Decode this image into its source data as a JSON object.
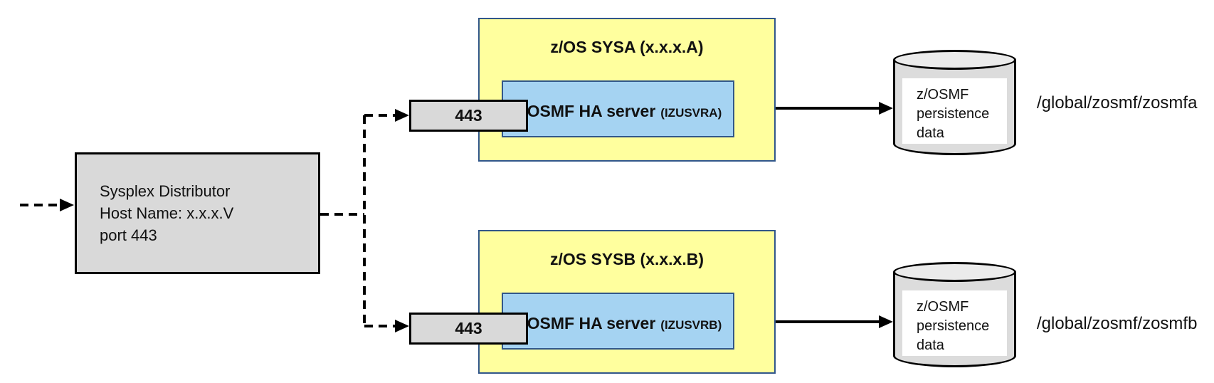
{
  "distributor": {
    "line1": "Sysplex Distributor",
    "line2": "Host Name: x.x.x.V",
    "line3": "port 443"
  },
  "systems": [
    {
      "title": "z/OS SYSA (x.x.x.A)",
      "port": "443",
      "server": "z/OSMF HA server",
      "instance": "(IZUSVRA)",
      "storage": "z/OSMF persistence data",
      "path": "/global/zosmf/zosmfa"
    },
    {
      "title": "z/OS SYSB (x.x.x.B)",
      "port": "443",
      "server": "z/OSMF HA server",
      "instance": "(IZUSVRB)",
      "storage": "z/OSMF persistence data",
      "path": "/global/zosmf/zosmfb"
    }
  ],
  "colors": {
    "system_fill": "#FFFF9E",
    "system_border": "#31578B",
    "server_fill": "#A5D3F2",
    "gray_fill": "#D9D9D9",
    "cylinder_fill": "#DCDCDC",
    "line": "#000000"
  }
}
